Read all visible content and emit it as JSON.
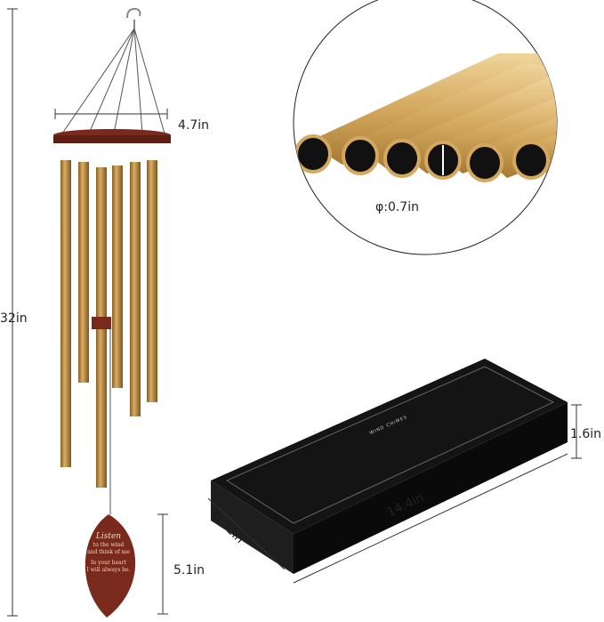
{
  "dimensions": {
    "height": "32in",
    "ring_diameter": "4.7in",
    "tube_diameter": "φ:0.7in",
    "box_height": "1.6in",
    "box_length": "14.4in",
    "box_width": "5.1in",
    "leaf_height": "5.1in"
  },
  "box": {
    "label": "WIND CHIMES"
  },
  "leaf": {
    "lines": [
      "Listen",
      "to the wind",
      "and think of me",
      "In your heart",
      "I will always be."
    ]
  },
  "colors": {
    "gold": "#c79a4e",
    "wood": "#7a2a1c",
    "box": "#111111"
  }
}
